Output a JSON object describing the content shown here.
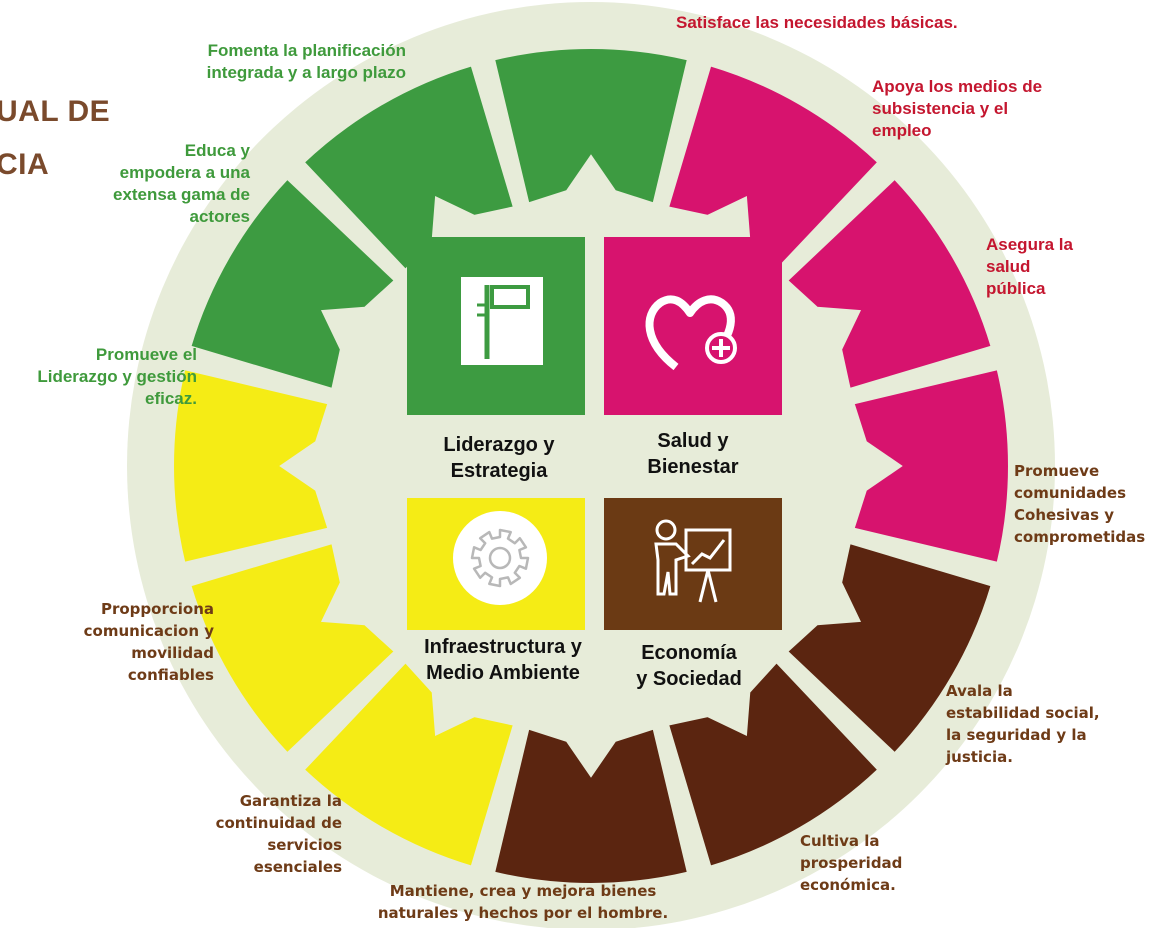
{
  "title": {
    "line1": "UAL DE",
    "line2": "CIA"
  },
  "colors": {
    "ring_background": "#e7ecd9",
    "green": "#3d9b41",
    "magenta": "#d7136e",
    "brown": "#5b2510",
    "yellow": "#f5ec15"
  },
  "quadrants": [
    {
      "id": "leadership",
      "title": "Liderazgo y\nEstrategia",
      "color": "#3d9b41",
      "icon": "flag-icon"
    },
    {
      "id": "health",
      "title": "Salud y\nBienestar",
      "color": "#d7136e",
      "icon": "heart-plus-icon"
    },
    {
      "id": "infrastructure",
      "title": "Infraestructura  y\nMedio Ambiente",
      "color": "#f5ec15",
      "icon": "gear-icon"
    },
    {
      "id": "economy",
      "title": "Economía\ny Sociedad",
      "color": "#6b3a14",
      "icon": "presenter-chart-icon"
    }
  ],
  "goals": {
    "leadership": [
      "Fomenta la planificación\nintegrada y a largo plazo",
      "Educa y\nempodera a una\nextensa gama de\nactores",
      "Promueve el\nLiderazgo y gestión\neficaz."
    ],
    "health": [
      "Satisface las necesidades básicas.",
      "Apoya los medios de\nsubsistencia y el\nempleo",
      "Asegura  la\nsalud\npública"
    ],
    "economy": [
      "Promueve\ncomunidades\nCohesivas y\ncomprometidas",
      "Avala la\nestabilidad social,\nla seguridad y la\njusticia.",
      "Cultiva la\nprosperidad\neconómica."
    ],
    "infrastructure": [
      "Propporciona\ncomunicacion y\nmovilidad\nconfiables",
      "Garantiza la\ncontinuidad de\nservicios\nesenciales",
      "Mantiene, crea y mejora bienes\nnaturales y hechos por el hombre."
    ]
  }
}
